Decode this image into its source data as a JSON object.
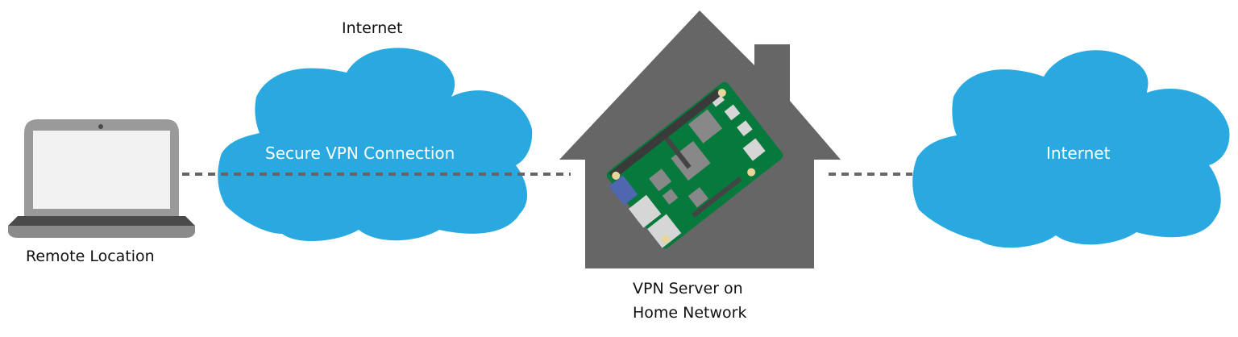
{
  "diagram": {
    "title": "VPN remote access to home network",
    "colors": {
      "cloud": "#2aa9e0",
      "house": "#666666",
      "dash": "#666666",
      "laptop_frame": "#9a9a9a",
      "laptop_screen": "#f2f2f2",
      "laptop_base": "#4a4a4a",
      "pcb": "#067a3c",
      "chip": "#888888",
      "port": "#d6d6d6",
      "sd_card": "#4f66b0",
      "mount_hole": "#e8d59a"
    },
    "nodes": [
      {
        "id": "laptop",
        "icon": "laptop-icon",
        "label": "Remote Location"
      },
      {
        "id": "vpn-cloud",
        "icon": "cloud-icon",
        "label": "Internet",
        "inner_label": "Secure VPN Connection"
      },
      {
        "id": "home",
        "icon": "house-icon",
        "device_icon": "raspberry-pi-icon",
        "label_lines": [
          "VPN Server on",
          "Home Network"
        ]
      },
      {
        "id": "internet-cloud",
        "icon": "cloud-icon",
        "inner_label": "Internet"
      }
    ],
    "edges": [
      {
        "from": "laptop",
        "to": "home",
        "style": "dashed",
        "via": "vpn-cloud"
      },
      {
        "from": "home",
        "to": "internet-cloud",
        "style": "dashed"
      }
    ]
  }
}
